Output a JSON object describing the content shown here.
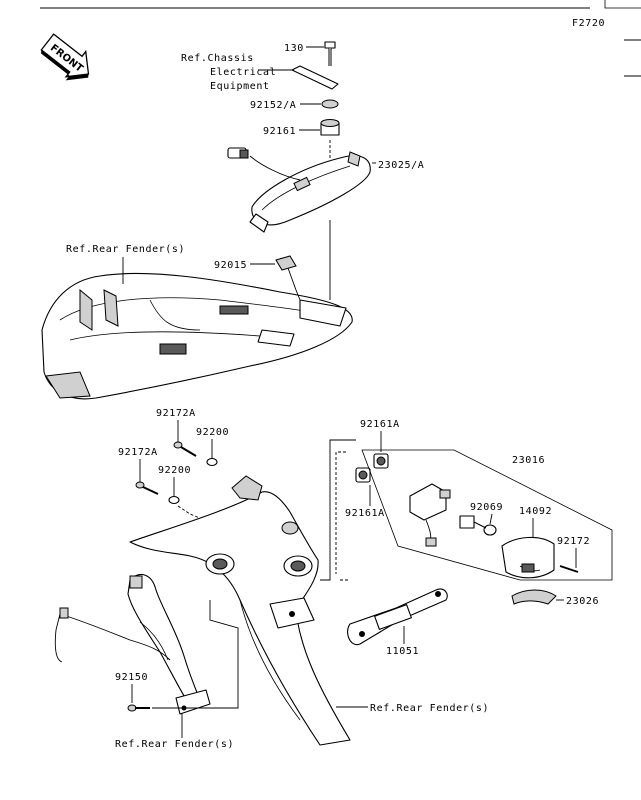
{
  "figure_code": "F2720",
  "front_arrow_label": "FRONT",
  "callouts": {
    "c130": "130",
    "ref_chassis_1": "Ref.Chassis",
    "ref_chassis_2": "Electrical",
    "ref_chassis_3": "Equipment",
    "c92152a": "92152/A",
    "c92161": "92161",
    "c23025a": "23025/A",
    "ref_rear_fender_top": "Ref.Rear Fender(s)",
    "c92015": "92015",
    "c92172a_top": "92172A",
    "c92200_top": "92200",
    "c92172a_left": "92172A",
    "c92200_left": "92200",
    "c92161a_top": "92161A",
    "c92161a_bottom": "92161A",
    "c23016": "23016",
    "c92069": "92069",
    "c14092": "14092",
    "c92172": "92172",
    "c23026": "23026",
    "c11051": "11051",
    "c92150": "92150",
    "ref_rear_fender_right": "Ref.Rear Fender(s)",
    "ref_rear_fender_bottom": "Ref.Rear Fender(s)"
  }
}
